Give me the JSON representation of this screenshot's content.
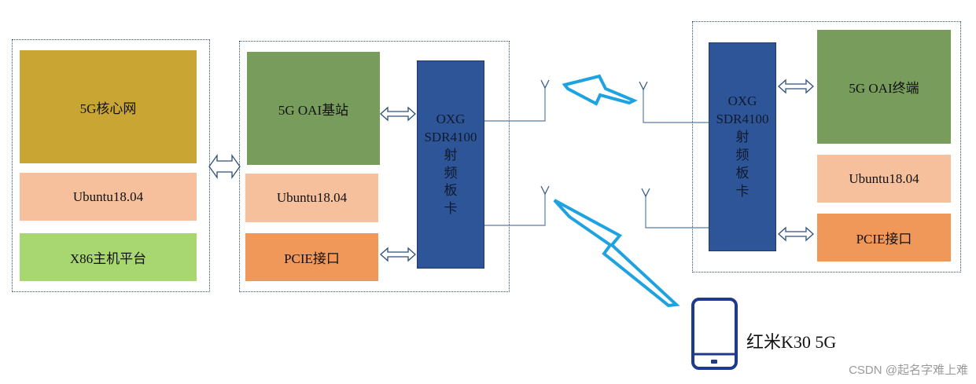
{
  "core_group": {
    "core_network": "5G核心网",
    "os": "Ubuntu18.04",
    "platform": "X86主机平台"
  },
  "gnb_group": {
    "gnb": "5G OAI基站",
    "os": "Ubuntu18.04",
    "pcie": "PCIE接口",
    "rf_card": [
      "OXG",
      "SDR4100",
      "射",
      "频",
      "板",
      "卡"
    ]
  },
  "ue_group": {
    "ue": "5G OAI终端",
    "os": "Ubuntu18.04",
    "pcie": "PCIE接口",
    "rf_card": [
      "OXG",
      "SDR4100",
      "射",
      "频",
      "板",
      "卡"
    ]
  },
  "phone": {
    "label": "红米K30 5G"
  },
  "watermark": "CSDN @起名字难上难",
  "colors": {
    "core": "#c9a633",
    "gnb_green": "#779c5b",
    "ubuntu": "#f5c09b",
    "x86": "#a8d772",
    "pcie": "#f0985a",
    "rf": "#2e5597",
    "lightning": "#1fa3e0",
    "phone": "#1f3a8a"
  }
}
